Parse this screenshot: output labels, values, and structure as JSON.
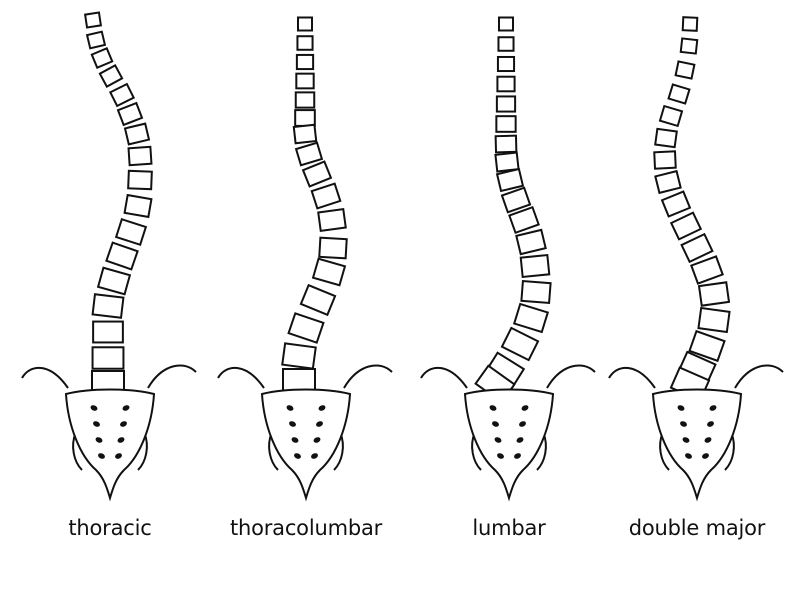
{
  "figure": {
    "labels": [
      "thoracic",
      "thoracolumbar",
      "lumbar",
      "double major"
    ]
  },
  "colors": {
    "stroke": "#111111",
    "fill": "#ffffff",
    "text": "#111111"
  }
}
